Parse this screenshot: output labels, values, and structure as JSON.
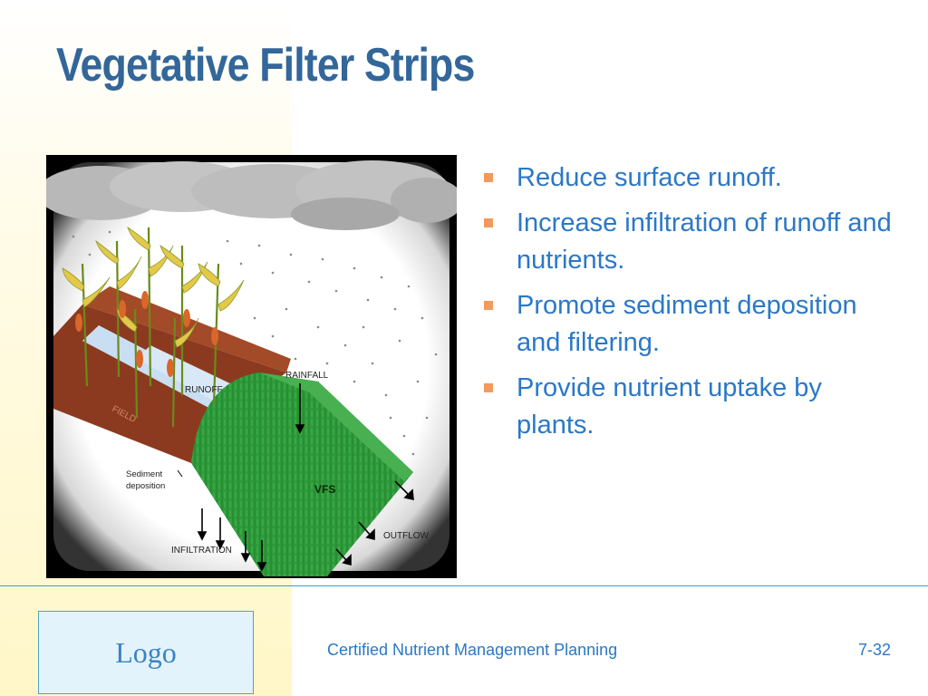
{
  "slide": {
    "title": "Vegetative Filter Strips",
    "bullets": [
      "Reduce surface runoff.",
      "Increase infiltration of runoff and nutrients.",
      "Promote sediment deposition and filtering.",
      "Provide nutrient uptake by plants."
    ]
  },
  "figure": {
    "labels": {
      "rainfall": "RAINFALL",
      "runoff": "RUNOFF",
      "field": "FIELD",
      "sediment_line1": "Sediment",
      "sediment_line2": "deposition",
      "vfs": "VFS",
      "outflow": "OUTFLOW",
      "infiltration": "INFILTRATION"
    }
  },
  "footer": {
    "logo": "Logo",
    "text": "Certified Nutrient Management Planning",
    "page": "7-32"
  },
  "colors": {
    "title": "#336699",
    "body_text": "#2a78c8",
    "bullet": "#f29a5c",
    "field_soil": "#8b3a1f",
    "filter_strip": "#2e9b3a",
    "runoff_water": "#c9def2"
  }
}
